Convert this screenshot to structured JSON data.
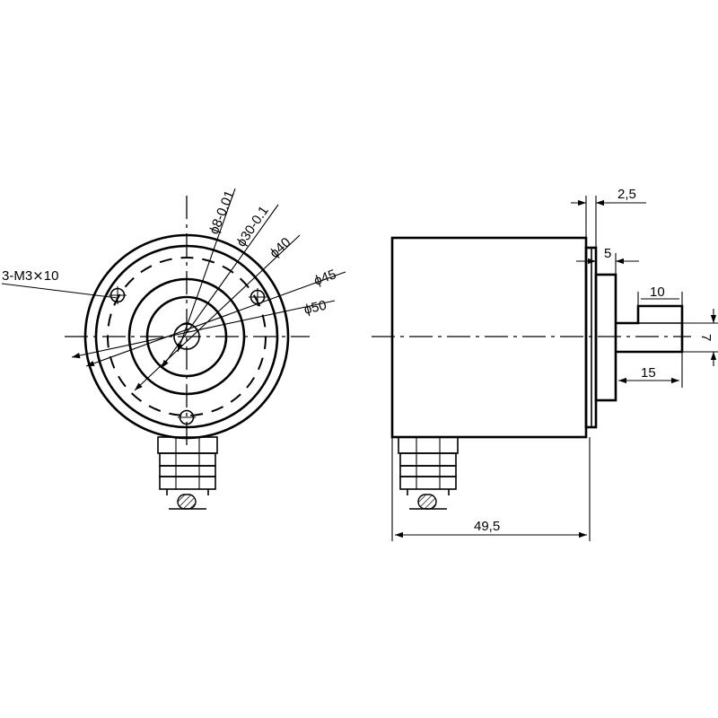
{
  "front_view": {
    "dimensions": {
      "shaft_diameter": "ϕ8-0.01",
      "spigot_diameter": "ϕ30-0.1",
      "mount_circle": "ϕ40",
      "flange_diameter": "ϕ45",
      "body_diameter": "ϕ50",
      "mounting_holes": "3-M3⨯10"
    }
  },
  "side_view": {
    "dimensions": {
      "flange_thickness": "2,5",
      "spigot_depth": "5",
      "flat_length": "10",
      "flat_width": "7",
      "shaft_length": "15",
      "body_length": "49,5"
    }
  }
}
